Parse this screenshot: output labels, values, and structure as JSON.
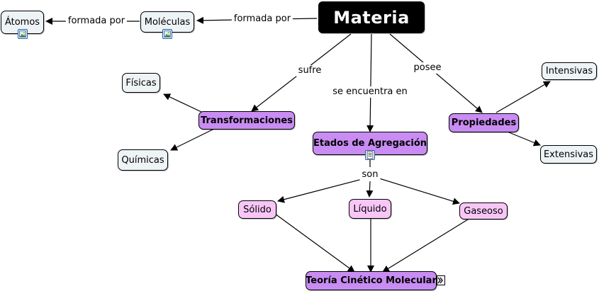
{
  "nodes": {
    "materia": "Materia",
    "moleculas": "Moléculas",
    "atomos": "Átomos",
    "transformaciones": "Transformaciones",
    "fisicas": "Físicas",
    "quimicas": "Químicas",
    "etados": "Etados de Agregación",
    "propiedades": "Propiedades",
    "intensivas": "Intensivas",
    "extensivas": "Extensivas",
    "solido": "Sólido",
    "liquido": "Líquido",
    "gaseoso": "Gaseoso",
    "teoria": "Teoría Cinético Molecular"
  },
  "links": {
    "formada_por_1": "formada por",
    "formada_por_2": "formada por",
    "sufre": "sufre",
    "se_encuentra_en": "se encuentra en",
    "posee": "posee",
    "son": "son"
  },
  "icons": {
    "moleculas_icon": "image-icon",
    "atomos_icon": "image-icon",
    "etados_icon": "document-icon",
    "teoria_icon": "chevron-right-icon"
  },
  "colors": {
    "main_node": "#000000",
    "light_node": "#eef3f5",
    "purple_node": "#c88cf2",
    "pink_node": "#f8c6f6",
    "icon_border": "#1b5fa3"
  }
}
